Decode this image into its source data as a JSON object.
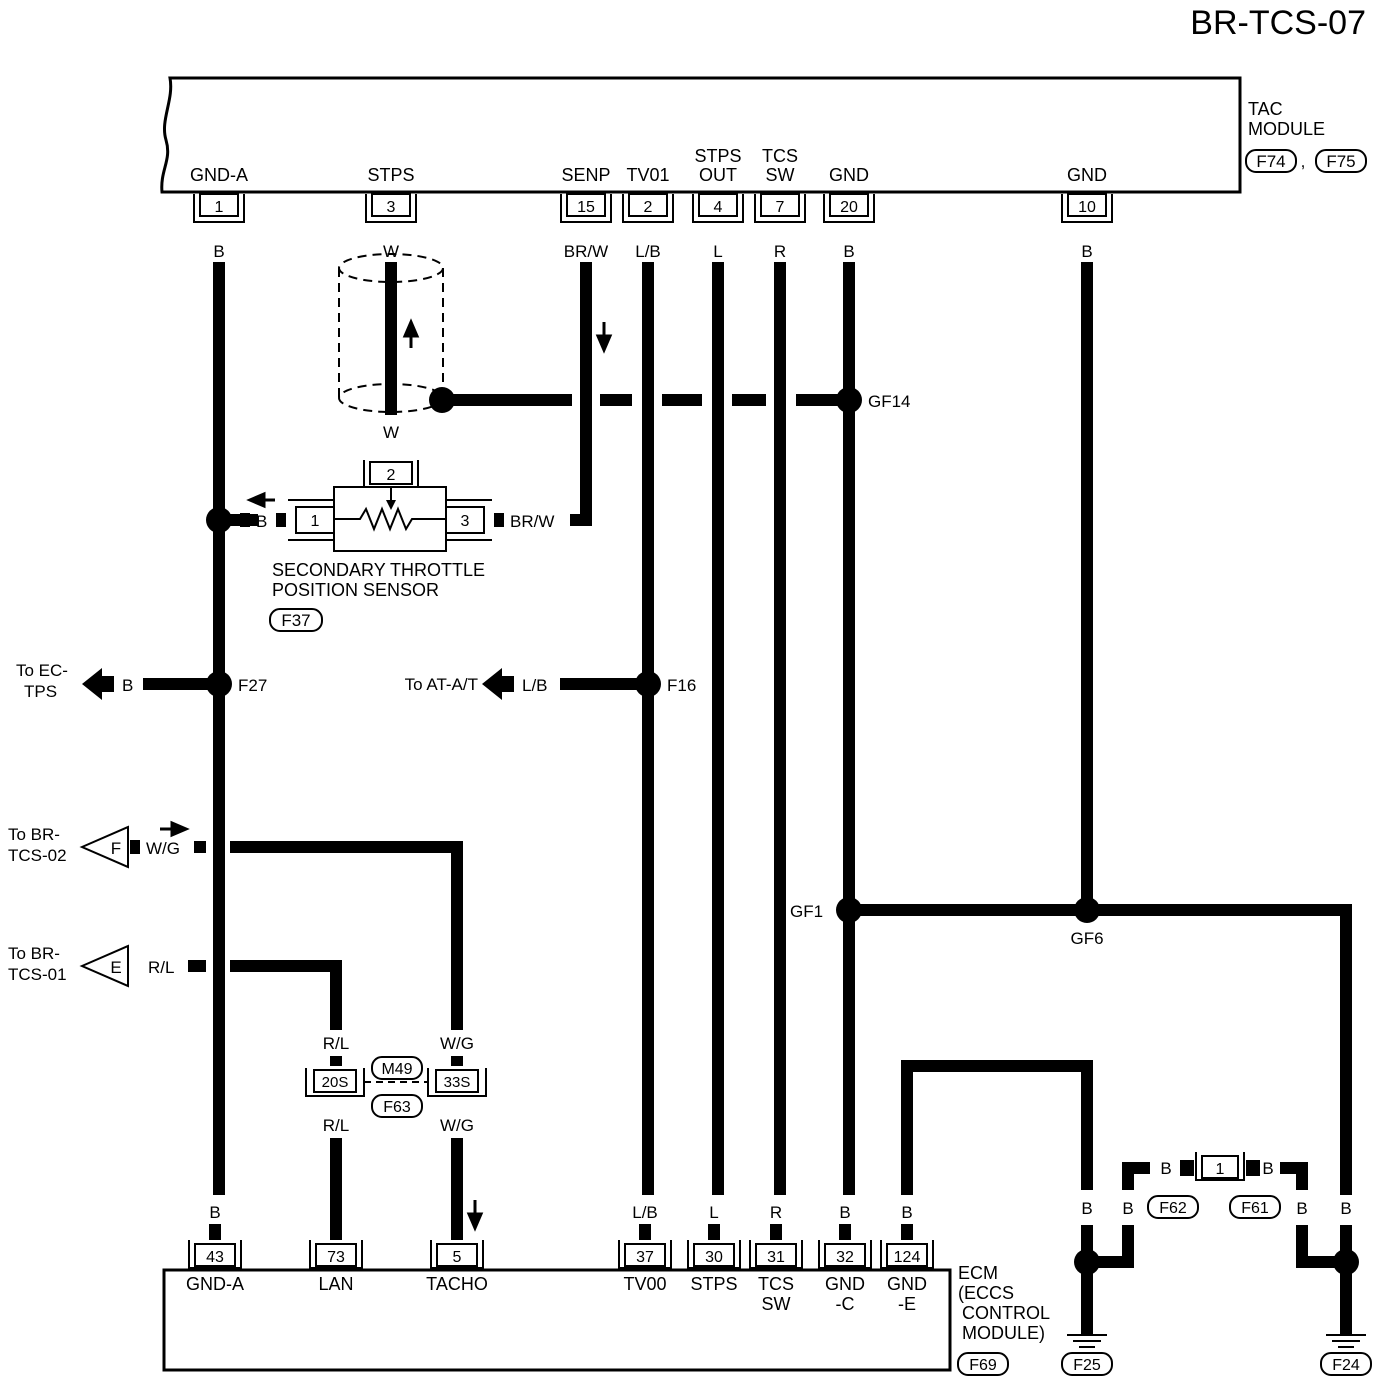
{
  "page_id": "BR-TCS-07",
  "tac_module": {
    "label_line1": "TAC",
    "label_line2": "MODULE",
    "connector_a": "F74",
    "connector_sep": ",",
    "connector_b": "F75",
    "pins": [
      {
        "name": "GND-A",
        "pin": "1",
        "wire": "B"
      },
      {
        "name": "STPS",
        "pin": "3",
        "wire": "W"
      },
      {
        "name": "SENP",
        "pin": "15",
        "wire": "BR/W"
      },
      {
        "name": "TV01",
        "pin": "2",
        "wire": "L/B"
      },
      {
        "name_line1": "STPS",
        "name_line2": "OUT",
        "pin": "4",
        "wire": "L"
      },
      {
        "name_line1": "TCS",
        "name_line2": "SW",
        "pin": "7",
        "wire": "R"
      },
      {
        "name": "GND",
        "pin": "20",
        "wire": "B"
      },
      {
        "name": "GND",
        "pin": "10",
        "wire": "B"
      }
    ]
  },
  "sensor": {
    "label_line1": "SECONDARY THROTTLE",
    "label_line2": "POSITION SENSOR",
    "connector": "F37",
    "pin_left": "1",
    "pin_top": "2",
    "pin_right": "3",
    "wire_top": "W",
    "wire_left": "B",
    "wire_right": "BR/W"
  },
  "splices": {
    "gf14": "GF14",
    "f27": "F27",
    "f16": "F16",
    "gf1": "GF1",
    "gf6": "GF6"
  },
  "offpage": {
    "ec_tps_line1": "To EC-",
    "ec_tps_line2": "TPS",
    "ec_tps_wire": "B",
    "at_at": "To AT-A/T",
    "at_at_wire": "L/B",
    "br_tcs02_line1": "To BR-",
    "br_tcs02_line2": "TCS-02",
    "br_tcs02_letter": "F",
    "br_tcs02_wire": "W/G",
    "br_tcs01_line1": "To BR-",
    "br_tcs01_line2": "TCS-01",
    "br_tcs01_letter": "E",
    "br_tcs01_wire": "R/L"
  },
  "joint_connector": {
    "pin_left": "20S",
    "pin_right": "33S",
    "conn_top": "M49",
    "conn_bottom": "F63",
    "wire_left": "R/L",
    "wire_right": "W/G"
  },
  "ground_connector": {
    "pin": "1",
    "conn_left": "F62",
    "conn_right": "F61",
    "wire": "B"
  },
  "grounds": {
    "left": "F25",
    "right": "F24",
    "wire": "B"
  },
  "ecm": {
    "label_line1": "ECM",
    "label_line2": "(ECCS",
    "label_line3": "CONTROL",
    "label_line4": "MODULE)",
    "connector": "F69",
    "pins": [
      {
        "name": "GND-A",
        "pin": "43",
        "wire": "B"
      },
      {
        "name": "LAN",
        "pin": "73",
        "wire": ""
      },
      {
        "name": "TACHO",
        "pin": "5",
        "wire": ""
      },
      {
        "name": "TV00",
        "pin": "37",
        "wire": "L/B"
      },
      {
        "name": "STPS",
        "pin": "30",
        "wire": "L"
      },
      {
        "name_line1": "TCS",
        "name_line2": "SW",
        "pin": "31",
        "wire": "R"
      },
      {
        "name_line1": "GND",
        "name_line2": "-C",
        "pin": "32",
        "wire": "B"
      },
      {
        "name_line1": "GND",
        "name_line2": "-E",
        "pin": "124",
        "wire": "B"
      }
    ]
  }
}
